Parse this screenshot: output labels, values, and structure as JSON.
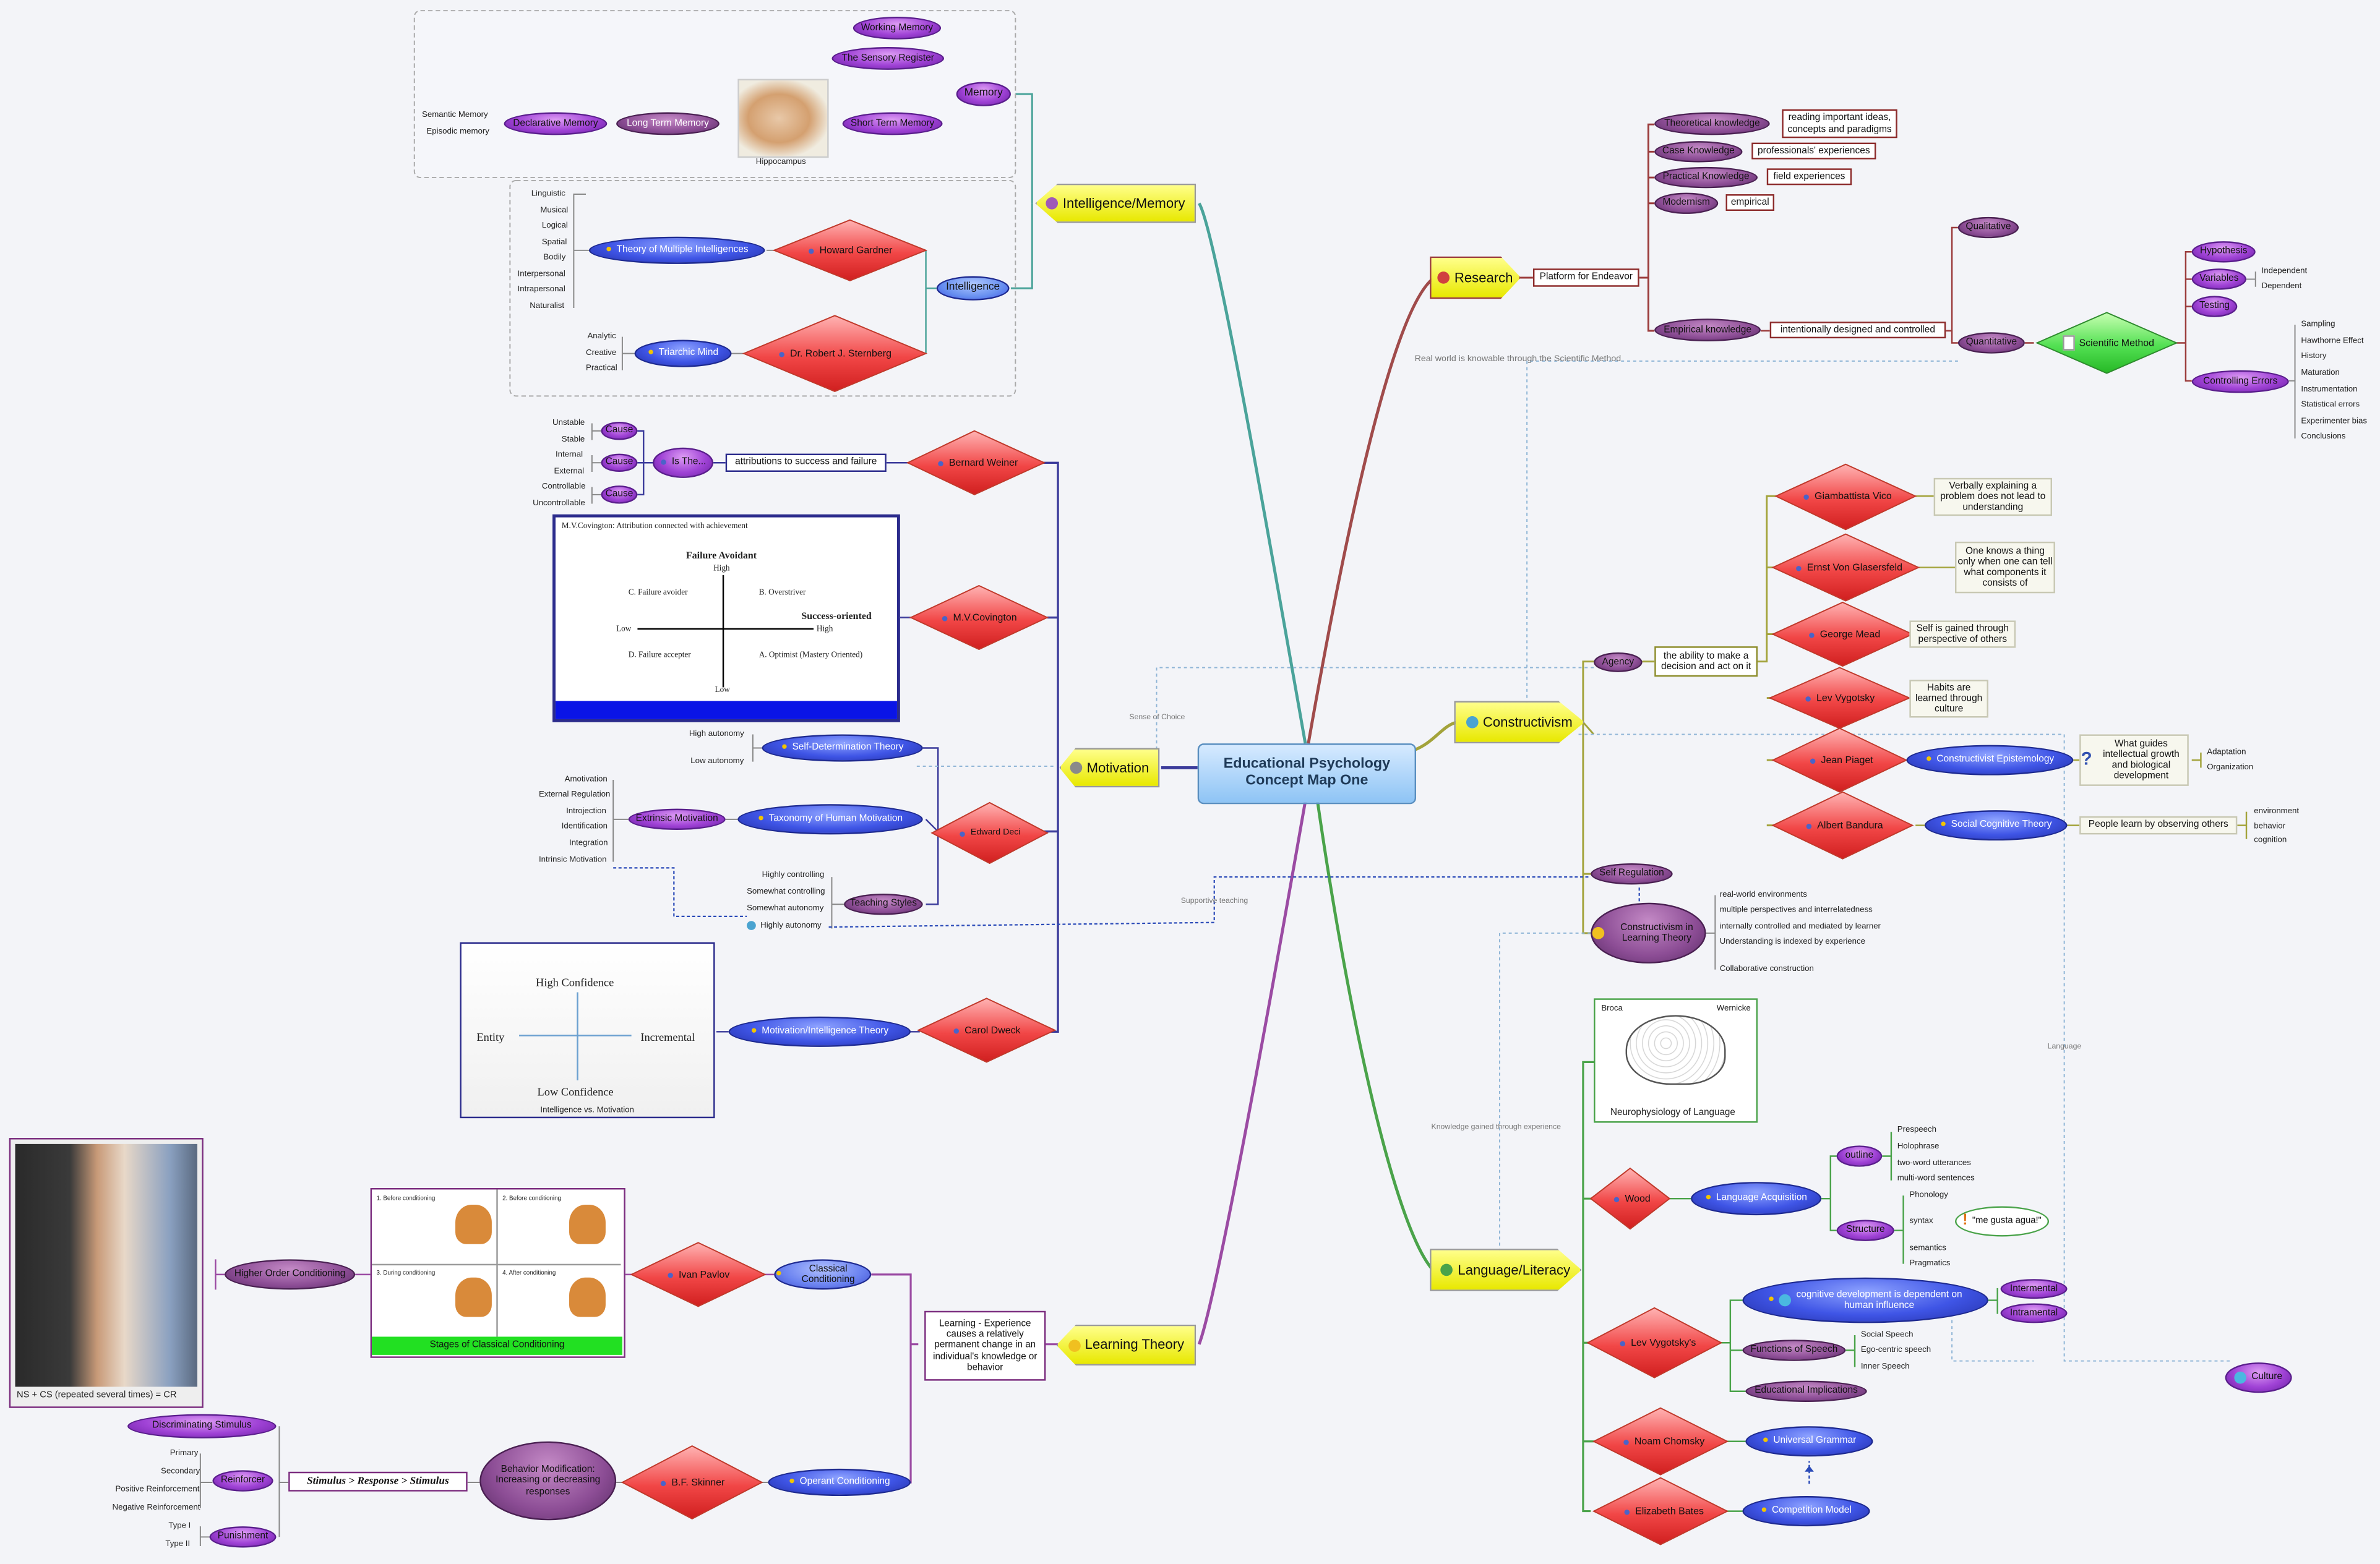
{
  "central": {
    "title_line1": "Educational Psychology",
    "title_line2": "Concept Map One"
  },
  "branches": {
    "intelligence_memory": "Intelligence/Memory",
    "motivation": "Motivation",
    "learning_theory": "Learning Theory",
    "research": "Research",
    "constructivism": "Constructivism",
    "language": "Language/Literacy"
  },
  "memory": {
    "title": "Memory",
    "working": "Working Memory",
    "sensory": "The Sensory Register",
    "short_term": "Short Term Memory",
    "long_term": "Long Term Memory",
    "declarative": "Declarative Memory",
    "semantic": "Semantic Memory",
    "episodic": "Episodic memory",
    "image_caption": "Hippocampus"
  },
  "intelligence": {
    "title": "Intelligence",
    "gardner": "Howard Gardner",
    "multiple": "Theory of Multiple Intelligences",
    "types": [
      "Linguistic",
      "Musical",
      "Logical",
      "Spatial",
      "Bodily",
      "Interpersonal",
      "Intrapersonal",
      "Naturalist"
    ],
    "sternberg": "Dr. Robert J. Sternberg",
    "triarchic": "Triarchic Mind",
    "triarchic_items": [
      "Analytic",
      "Creative",
      "Practical"
    ]
  },
  "motivation": {
    "weiner": "Bernard Weiner",
    "attributions": "attributions to success and failure",
    "is_the": "Is The...",
    "causes": [
      "Cause",
      "Cause",
      "Cause"
    ],
    "cause_pairs": [
      "Unstable",
      "Stable",
      "Internal",
      "External",
      "Controllable",
      "Uncontrollable"
    ],
    "covington": "M.V.Covington",
    "cov_chart": {
      "heading": "M.V.Covington:  Attribution connected with achievement",
      "failure_avoidant": "Failure Avoidant",
      "high_top": "High",
      "success_oriented": "Success-oriented",
      "low_left": "Low",
      "high_right": "High",
      "low_bottom": "Low",
      "c": "C. Failure avoider",
      "b": "B. Overstriver",
      "d": "D. Failure accepter",
      "a": "A. Optimist (Mastery Oriented)"
    },
    "sdt": "Self-Determination Theory",
    "sdt_items": [
      "High autonomy",
      "Low autonomy"
    ],
    "deci": "Edward Deci",
    "taxonomy": "Taxonomy of Human Motivation",
    "extrinsic": "Extrinsic Motivation",
    "tax_items": [
      "Amotivation",
      "External Regulation",
      "Introjection",
      "Identification",
      "Integration",
      "Intrinsic Motivation"
    ],
    "teaching": "Teaching Styles",
    "teach_items": [
      "Highly controlling",
      "Somewhat controlling",
      "Somewhat autonomy",
      "Highly autonomy"
    ],
    "dweck": "Carol Dweck",
    "mi_theory": "Motivation/Intelligence Theory",
    "dweck_chart": {
      "high": "High Confidence",
      "entity": "Entity",
      "incremental": "Incremental",
      "low": "Low Confidence",
      "caption": "Intelligence vs. Motivation"
    }
  },
  "learning": {
    "definition": "Learning - Experience causes a relatively permanent change in an individual's knowledge or behavior",
    "pavlov": "Ivan Pavlov",
    "classical": "Classical Conditioning",
    "stages_caption": "Stages of Classical Conditioning",
    "stage_heads": [
      "1. Before conditioning",
      "2. Before conditioning",
      "3. During conditioning",
      "4. After conditioning"
    ],
    "higher_order": "Higher Order Conditioning",
    "photo_caption": "NS + CS (repeated several times) = CR",
    "skinner": "B.F. Skinner",
    "operant": "Operant Conditioning",
    "behavior_mod": "Behavior Modification: Increasing or decreasing responses",
    "srs": "Stimulus > Response > Stimulus",
    "discriminating": "Discriminating Stimulus",
    "reinforcer": "Reinforcer",
    "reinforcer_items": [
      "Primary",
      "Secondary",
      "Positive Reinforcement",
      "Negative Reinforcement"
    ],
    "punishment": "Punishment",
    "punishment_items": [
      "Type I",
      "Type II"
    ]
  },
  "research": {
    "platform": "Platform for Endeavor",
    "theoretical": "Theoretical knowledge",
    "theoretical_note": "reading important ideas, concepts and paradigms",
    "case": "Case Knowledge",
    "case_note": "professionals' experiences",
    "practical": "Practical Knowledge",
    "practical_note": "field experiences",
    "modernism": "Modernism",
    "modernism_note": "empirical",
    "empirical": "Empirical knowledge",
    "empirical_note": "intentionally designed and controlled",
    "qualitative": "Qualitative",
    "quantitative": "Quantitative",
    "scientific": "Scientific Method",
    "hypothesis": "Hypothesis",
    "variables": "Variables",
    "var_items": [
      "Independent",
      "Dependent"
    ],
    "testing": "Testing",
    "errors": "Controlling Errors",
    "error_items": [
      "Sampling",
      "Hawthorne Effect",
      "History",
      "Maturation",
      "Instrumentation",
      "Statistical errors",
      "Experimenter bias",
      "Conclusions"
    ],
    "real_world": "Real world is knowable through the Scientific Method"
  },
  "constructivism": {
    "vico": "Giambattista Vico",
    "vico_note": "Verbally explaining a problem does not lead to understanding",
    "glasersfeld": "Ernst Von Glasersfeld",
    "glasersfeld_note": "One knows a thing only when one can tell what components it consists of",
    "mead": "George Mead",
    "mead_note": "Self is gained through perspective of others",
    "vygotsky": "Lev Vygotsky",
    "vygotsky_note": "Habits are learned through culture",
    "piaget": "Jean Piaget",
    "epistemology": "Constructivist Epistemology",
    "epist_note": "What guides intellectual growth and biological development",
    "epist_items": [
      "Adaptation",
      "Organization"
    ],
    "bandura": "Albert Bandura",
    "social_cog": "Social Cognitive Theory",
    "social_note": "People learn by observing others",
    "social_items": [
      "environment",
      "behavior",
      "cognition"
    ],
    "agency": "Agency",
    "agency_note": "the ability to make a decision and act on it",
    "self_reg": "Self Regulation",
    "cilt": "Constructivism in Learning Theory",
    "cilt_items": [
      "real-world environments",
      "multiple perspectives and interrelatedness",
      "internally controlled and mediated by learner",
      "Understanding is indexed by experience",
      "Collaborative construction"
    ]
  },
  "language": {
    "neuro_caption": "Neurophysiology of Language",
    "broca": "Broca",
    "wernicke": "Wernicke",
    "wood": "Wood",
    "acquisition": "Language Acquisition",
    "outline": "outline",
    "outline_items": [
      "Prespeech",
      "Holophrase",
      "two-word utterances",
      "multi-word sentences"
    ],
    "structure": "Structure",
    "structure_items": [
      "Phonology",
      "syntax",
      "semantics",
      "Pragmatics"
    ],
    "gusta": "\"me gusta agua!\"",
    "lvygotsky": "Lev Vygotsky's",
    "cog_dev": "cognitive development is dependent on human influence",
    "intermental": "Intermental",
    "intramental": "Intramental",
    "functions": "Functions of Speech",
    "speech_items": [
      "Social Speech",
      "Ego-centric speech",
      "Inner Speech"
    ],
    "implications": "Educational Implications",
    "chomsky": "Noam Chomsky",
    "universal": "Universal Grammar",
    "bates": "Elizabeth Bates",
    "competition": "Competition Model",
    "culture": "Culture"
  },
  "relations": {
    "sense_of_choice": "Sense of Choice",
    "supportive": "Supportive teaching",
    "knowledge_exp": "Knowledge gained through experience",
    "language": "Language"
  },
  "colors": {
    "research": "#9b3b3b",
    "constructivism": "#a3a33b",
    "language": "#3b9b3b",
    "learning": "#8b3b9b",
    "intelligence": "#3b9b8b",
    "motivation": "#3b3b9b"
  }
}
